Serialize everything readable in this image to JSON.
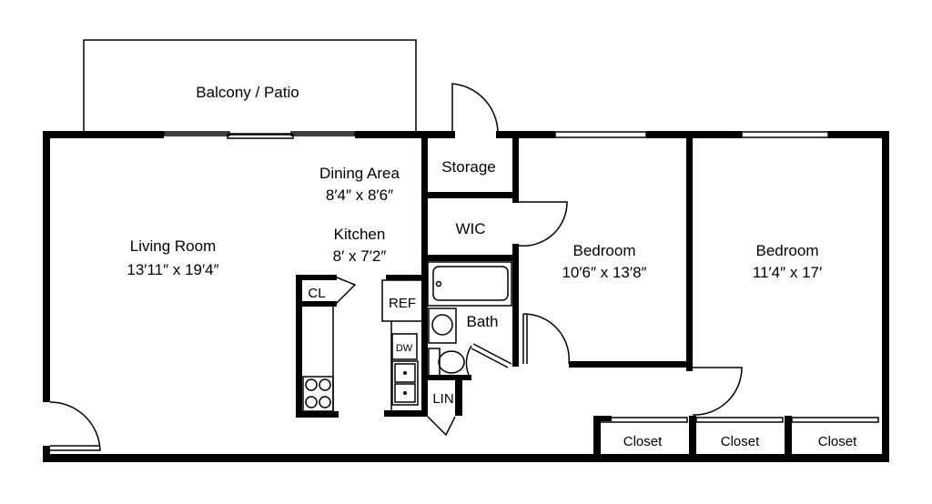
{
  "rooms": {
    "balcony": {
      "name": "Balcony / Patio"
    },
    "living": {
      "name": "Living Room",
      "size": "13′11″ x 19′4″"
    },
    "dining": {
      "name": "Dining Area",
      "size": "8′4″ x 8′6″"
    },
    "kitchen": {
      "name": "Kitchen",
      "size": "8′ x 7′2″"
    },
    "storage": {
      "name": "Storage"
    },
    "wic": {
      "name": "WIC"
    },
    "bath": {
      "name": "Bath"
    },
    "bedroom1": {
      "name": "Bedroom",
      "size": "10′6″ x 13′8″"
    },
    "bedroom2": {
      "name": "Bedroom",
      "size": "11′4″ x 17′"
    },
    "closets": [
      "Closet",
      "Closet",
      "Closet"
    ]
  },
  "fixtures": {
    "cl": "CL",
    "ref": "REF",
    "dw": "DW",
    "lin": "LIN"
  }
}
